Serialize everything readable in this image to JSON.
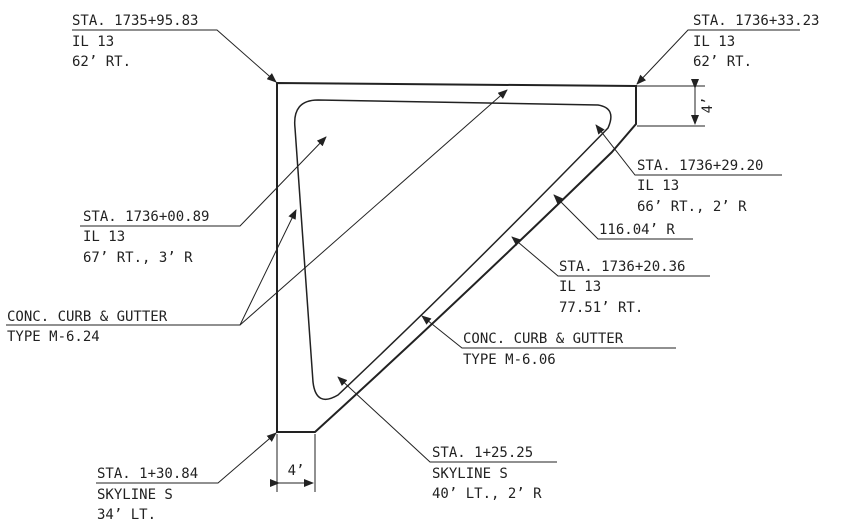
{
  "labels": {
    "sta_1735_95_83": {
      "line1": "STA. 1735+95.83",
      "line2": "IL 13",
      "line3": "62’ RT."
    },
    "sta_1736_33_23": {
      "line1": "STA. 1736+33.23",
      "line2": "IL 13",
      "line3": "62’ RT."
    },
    "sta_1736_29_20": {
      "line1": "STA. 1736+29.20",
      "line2": "IL 13",
      "line3": "66’ RT., 2’ R"
    },
    "sta_1736_00_89": {
      "line1": "STA. 1736+00.89",
      "line2": "IL 13",
      "line3": "67’ RT., 3’ R"
    },
    "curve_radius": "116.04’ R",
    "sta_1736_20_36": {
      "line1": "STA. 1736+20.36",
      "line2": "IL 13",
      "line3": "77.51’ RT."
    },
    "curb_m624": {
      "line1": "CONC. CURB & GUTTER",
      "line2": "TYPE M-6.24"
    },
    "curb_m606": {
      "line1": "CONC. CURB & GUTTER",
      "line2": "TYPE M-6.06"
    },
    "sta_1_25_25": {
      "line1": "STA. 1+25.25",
      "line2": "SKYLINE S",
      "line3": "40’ LT., 2’ R"
    },
    "sta_1_30_84": {
      "line1": "STA. 1+30.84",
      "line2": "SKYLINE S",
      "line3": "34’ LT."
    }
  },
  "dimensions": {
    "width_right": "4’",
    "width_bottom": "4’"
  },
  "colors": {
    "ink": "#222222",
    "paper": "#ffffff"
  }
}
